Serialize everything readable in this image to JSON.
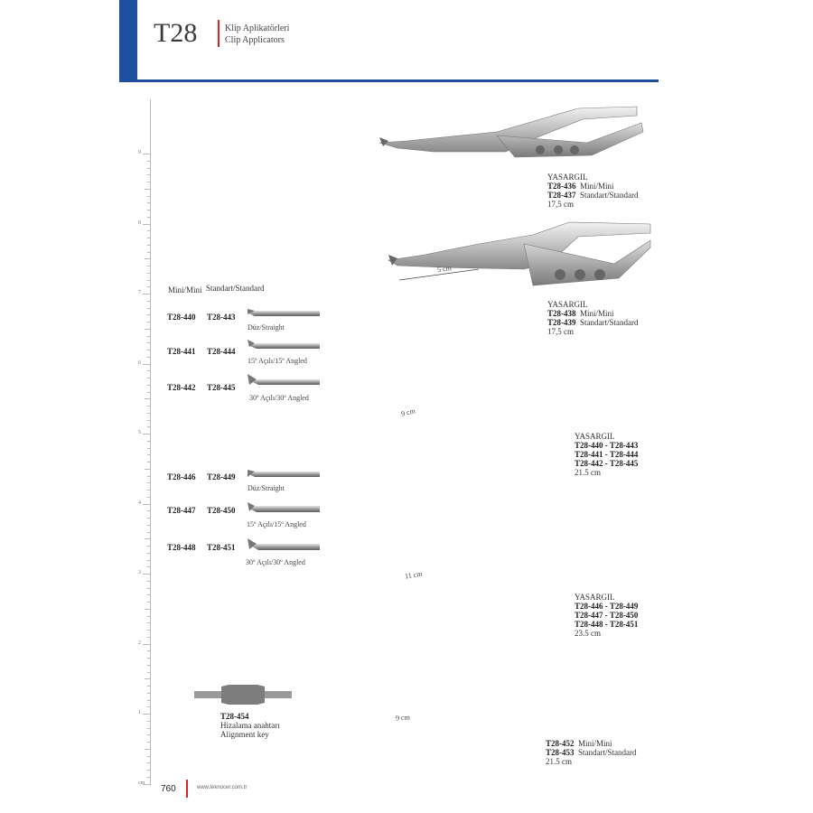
{
  "header": {
    "code": "T28",
    "title_tr": "Klip Aplikatörleri",
    "title_en": "Clip Applicators"
  },
  "ruler": {
    "numbers": [
      "9",
      "8",
      "7",
      "6",
      "5",
      "4",
      "3",
      "2",
      "1",
      "cm"
    ]
  },
  "columns": {
    "mini": "Mini/Mini",
    "standard": "Standart/Standard"
  },
  "tips": [
    {
      "mini": "T28-440",
      "std": "T28-443",
      "label": "Düz/Straight"
    },
    {
      "mini": "T28-441",
      "std": "T28-444",
      "label": "15º Açılı/15º Angled"
    },
    {
      "mini": "T28-442",
      "std": "T28-445",
      "label": "30º Açılı/30º Angled"
    },
    {
      "mini": "T28-446",
      "std": "T28-449",
      "label": "Düz/Straight"
    },
    {
      "mini": "T28-447",
      "std": "T28-450",
      "label": "15º Açılı/15º Angled"
    },
    {
      "mini": "T28-448",
      "std": "T28-451",
      "label": "30º Açılı/30º Angled"
    }
  ],
  "products": [
    {
      "name": "YASARGIL",
      "lines": [
        [
          "T28-436",
          "Mini/Mini"
        ],
        [
          "T28-437",
          "Standart/Standard"
        ]
      ],
      "size": "17,5 cm"
    },
    {
      "name": "YASARGIL",
      "lines": [
        [
          "T28-438",
          "Mini/Mini"
        ],
        [
          "T28-439",
          "Standart/Standard"
        ]
      ],
      "size": "17,5 cm",
      "measure": "5 cm"
    },
    {
      "name": "YASARGIL",
      "lines": [
        [
          "T28-440 - T28-443",
          ""
        ],
        [
          "T28-441 - T28-444",
          ""
        ],
        [
          "T28-442 - T28-445",
          ""
        ]
      ],
      "size": "21.5 cm",
      "measure": "9 cm"
    },
    {
      "name": "YASARGIL",
      "lines": [
        [
          "T28-446 - T28-449",
          ""
        ],
        [
          "T28-447 - T28-450",
          ""
        ],
        [
          "T28-448 - T28-451",
          ""
        ]
      ],
      "size": "23.5 cm",
      "measure": "11 cm"
    },
    {
      "name": "",
      "lines": [
        [
          "T28-452",
          "Mini/Mini"
        ],
        [
          "T28-453",
          "Standart/Standard"
        ]
      ],
      "size": "21.5 cm",
      "measure": "9 cm"
    }
  ],
  "key": {
    "code": "T28-454",
    "tr": "Hizalama anahtarı",
    "en": "Alignment key"
  },
  "footer": {
    "page": "760",
    "url": "www.teknocer.com.tr"
  }
}
